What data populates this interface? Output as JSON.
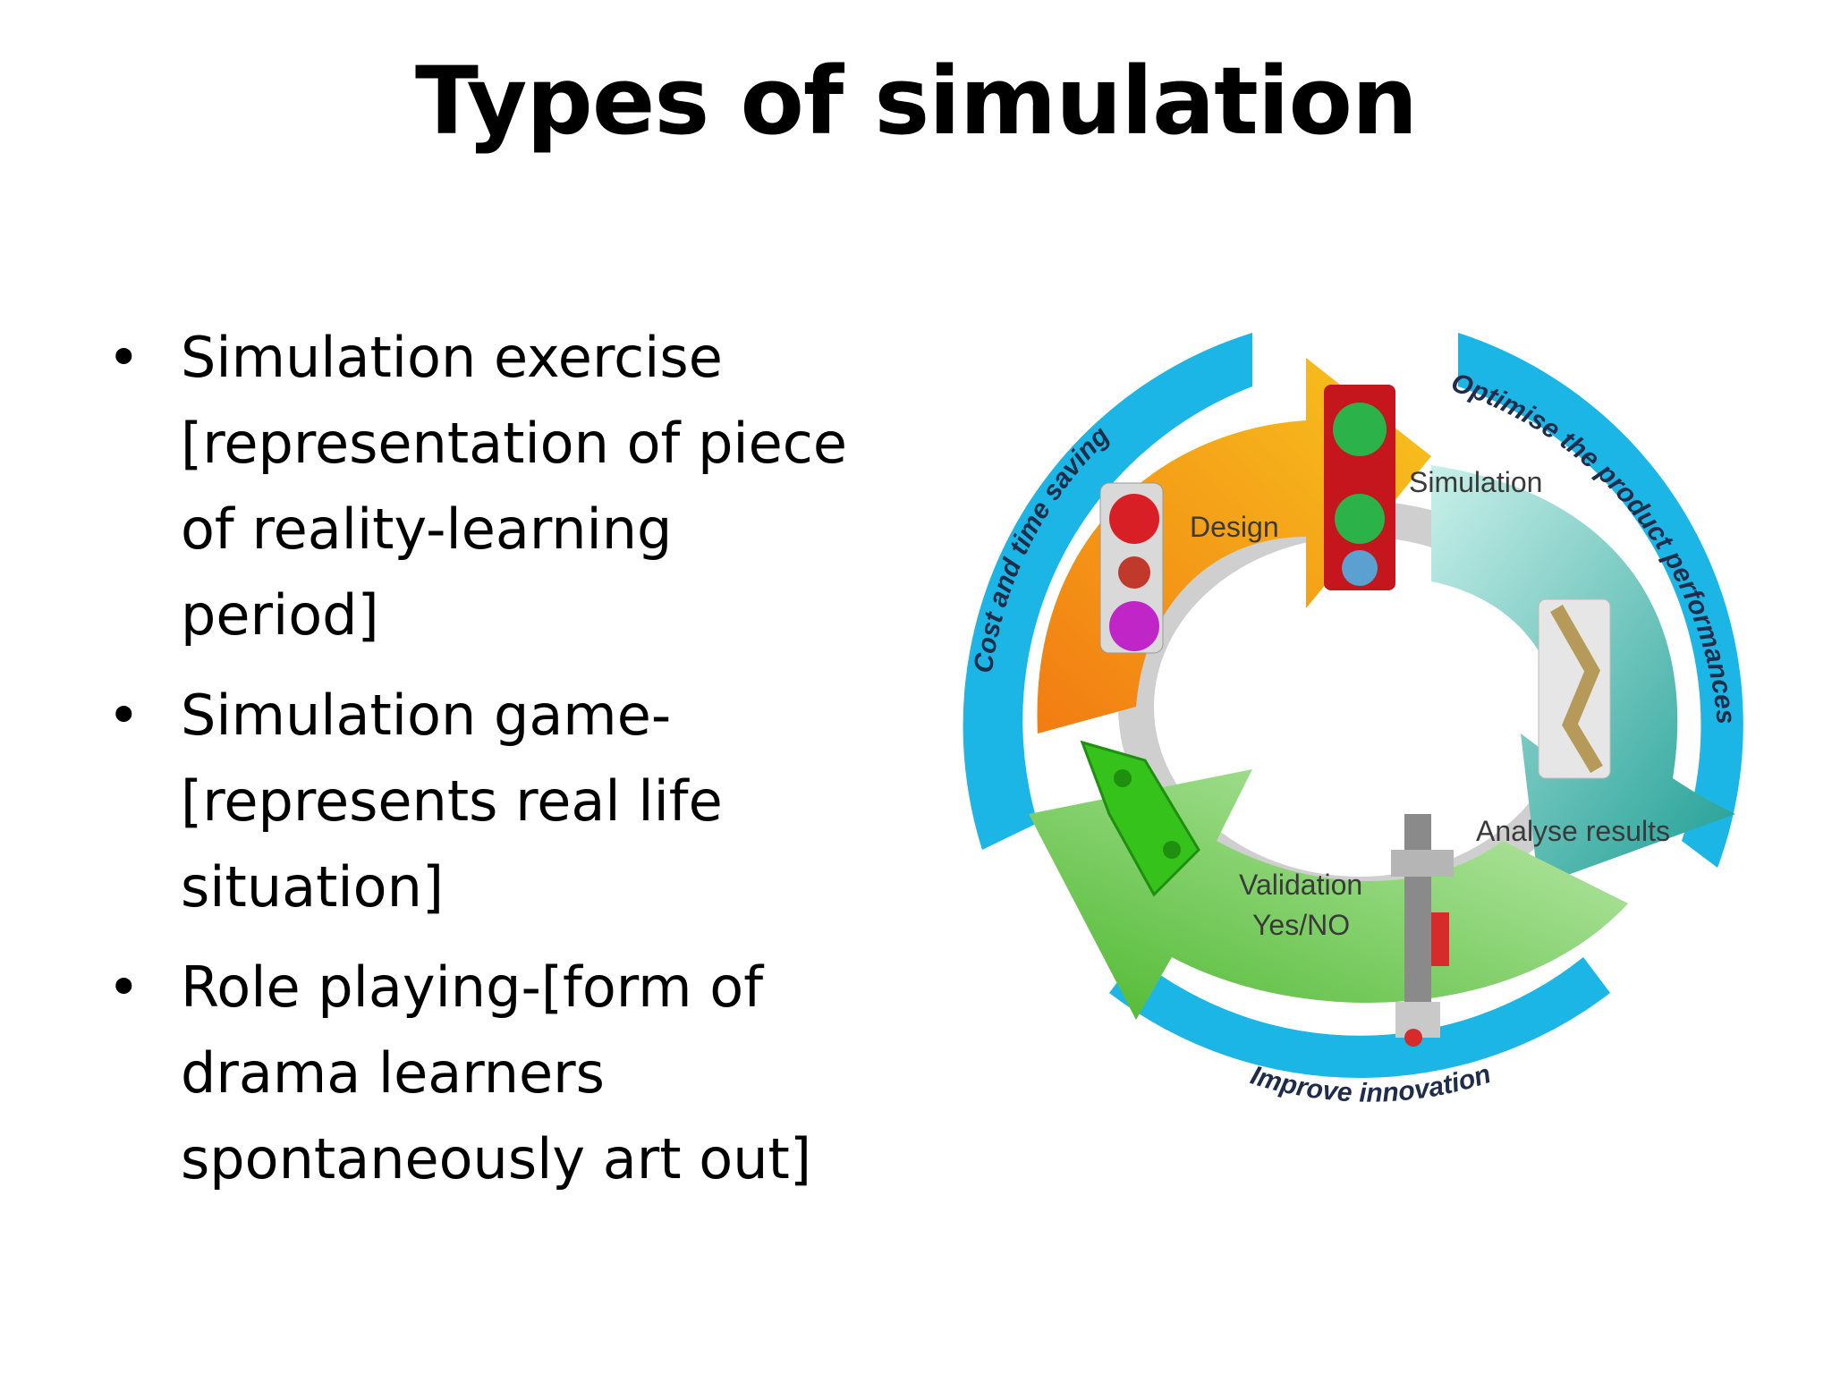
{
  "slide": {
    "title": "Types of simulation",
    "bullets": [
      {
        "lines": [
          "Simulation exercise",
          "[representation of piece",
          "of reality-learning",
          "period]"
        ]
      },
      {
        "lines": [
          "Simulation game-",
          "[represents real life",
          "situation]"
        ]
      },
      {
        "lines": [
          "Role playing-[form of",
          "drama learners",
          "spontaneously art out]"
        ]
      }
    ],
    "bullet_glyph": "•"
  },
  "diagram": {
    "stages": {
      "design": "Design",
      "simulation": "Simulation",
      "analyse": "Analyse results",
      "validation_1": "Validation",
      "validation_2": "Yes/NO"
    },
    "ring": {
      "cost": "Cost and time saving",
      "optimise": "Optimise the product performances",
      "innovation": "Improve innovation"
    },
    "colors": {
      "ring_blue": "#1bb6e6",
      "orange": "#f5a318",
      "teal": "#2fb3a8",
      "green": "#6cc84a"
    }
  }
}
